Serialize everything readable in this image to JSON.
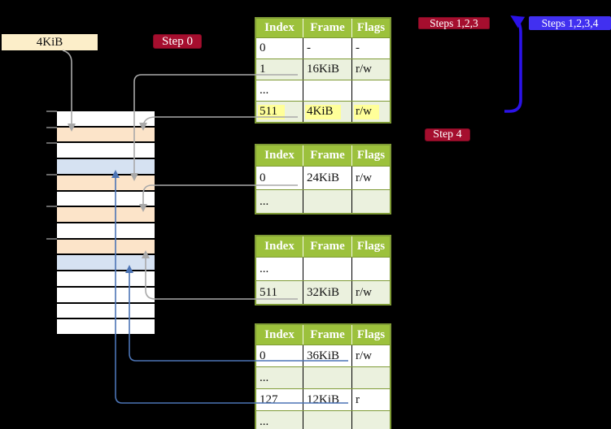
{
  "labels": {
    "page_size": "4KiB",
    "step0": "Step 0",
    "steps123": "Steps 1,2,3",
    "steps1234": "Steps 1,2,3,4",
    "step4": "Step 4"
  },
  "colors": {
    "highlight": "#FFFF99",
    "table_header": "#9CC13C",
    "table_row_shade": "#EBF1DE",
    "table_border": "#7F9B36",
    "memory_frame_orange": "#FCE4C9",
    "memory_frame_blue": "#D6E2F2",
    "step_label_bg": "#A50E2E",
    "steps1234_label_bg": "#4130F0",
    "big_arrow_blue": "#2B12E8",
    "pointer_blue": "#4C74B5",
    "pointer_gray": "#A9A9A9",
    "label_4kib_bg": "#FCEEC9"
  },
  "memory": {
    "rows": [
      "white",
      "orange",
      "white",
      "blue",
      "orange",
      "white",
      "orange",
      "white",
      "orange",
      "blue",
      "white",
      "white",
      "white",
      "white"
    ],
    "tick_count": 6
  },
  "tables": [
    {
      "name": "page-table-level-1",
      "headers": [
        "Index",
        "Frame",
        "Flags"
      ],
      "rows": [
        {
          "cells": [
            "0",
            "-",
            "-"
          ],
          "shaded": false,
          "highlight": false
        },
        {
          "cells": [
            "1",
            "16KiB",
            "r/w"
          ],
          "shaded": true,
          "highlight": false
        },
        {
          "cells": [
            "...",
            "",
            ""
          ],
          "shaded": false,
          "highlight": false
        },
        {
          "cells": [
            "511",
            "4KiB",
            "r/w"
          ],
          "shaded": true,
          "highlight": true
        }
      ]
    },
    {
      "name": "page-table-level-2",
      "headers": [
        "Index",
        "Frame",
        "Flags"
      ],
      "rows": [
        {
          "cells": [
            "0",
            "24KiB",
            "r/w"
          ],
          "shaded": false,
          "highlight": false
        },
        {
          "cells": [
            "...",
            "",
            ""
          ],
          "shaded": true,
          "highlight": false
        }
      ]
    },
    {
      "name": "page-table-level-3",
      "headers": [
        "Index",
        "Frame",
        "Flags"
      ],
      "rows": [
        {
          "cells": [
            "...",
            "",
            ""
          ],
          "shaded": false,
          "highlight": false
        },
        {
          "cells": [
            "511",
            "32KiB",
            "r/w"
          ],
          "shaded": true,
          "highlight": false
        }
      ]
    },
    {
      "name": "page-table-level-4",
      "headers": [
        "Index",
        "Frame",
        "Flags"
      ],
      "rows": [
        {
          "cells": [
            "0",
            "36KiB",
            "r/w"
          ],
          "shaded": false,
          "highlight": false
        },
        {
          "cells": [
            "...",
            "",
            ""
          ],
          "shaded": true,
          "highlight": false
        },
        {
          "cells": [
            "127",
            "12KiB",
            "r"
          ],
          "shaded": false,
          "highlight": false
        },
        {
          "cells": [
            "...",
            "",
            ""
          ],
          "shaded": true,
          "highlight": false
        }
      ]
    }
  ],
  "connectors": [
    {
      "from": "4KiB-label",
      "to": "memory-frame-4KiB",
      "color": "gray"
    },
    {
      "from": "table1-row-1",
      "to": "memory-frame-16KiB",
      "color": "gray"
    },
    {
      "from": "table1-row-511",
      "to": "memory-frame-4KiB",
      "color": "gray"
    },
    {
      "from": "table2-row-0",
      "to": "memory-frame-24KiB",
      "color": "gray"
    },
    {
      "from": "table3-row-511",
      "to": "memory-frame-32KiB",
      "color": "gray"
    },
    {
      "from": "table4-row-0",
      "to": "memory-frame-36KiB",
      "color": "blue"
    },
    {
      "from": "table4-row-127",
      "to": "memory-frame-12KiB",
      "color": "blue"
    },
    {
      "from": "table1-row-511",
      "to": "table1-top",
      "color": "indigo"
    }
  ]
}
